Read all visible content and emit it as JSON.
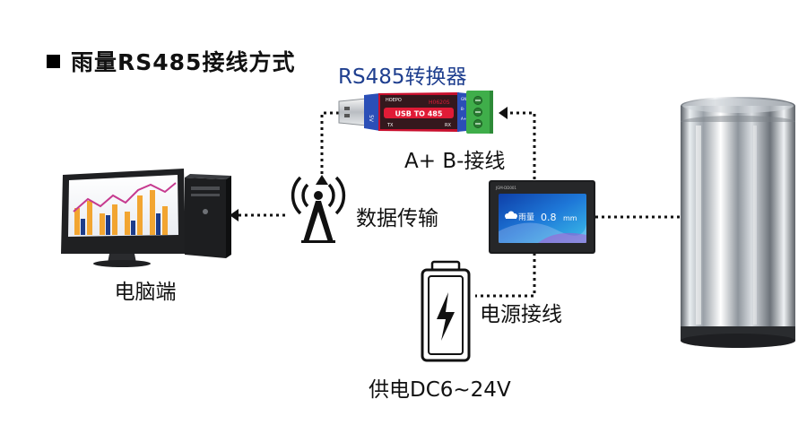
{
  "title": "雨量RS485接线方式",
  "labels": {
    "converter": "RS485转换器",
    "ab_wiring": "A+ B-接线",
    "data_transfer": "数据传输",
    "pc": "电脑端",
    "power_wiring": "电源接线",
    "power_supply": "供电DC6~24V"
  },
  "converter_device": {
    "brand": "HOEPO",
    "model": "H0620S",
    "band_text": "USB TO 485",
    "left_side": "5V",
    "pins": [
      "GND",
      "B-",
      "A+"
    ],
    "bottom_left": "TX",
    "bottom_right": "RX"
  },
  "display": {
    "header": "JGM-DD001",
    "label": "雨量",
    "value": "0.8",
    "unit": "mm"
  },
  "colors": {
    "converter_title": "#1f3f8f",
    "connector_green": "#3fae4a",
    "converter_body": "#c8102e",
    "chart_bars": "#f2a531",
    "screen_blue": "#1e78d8"
  }
}
